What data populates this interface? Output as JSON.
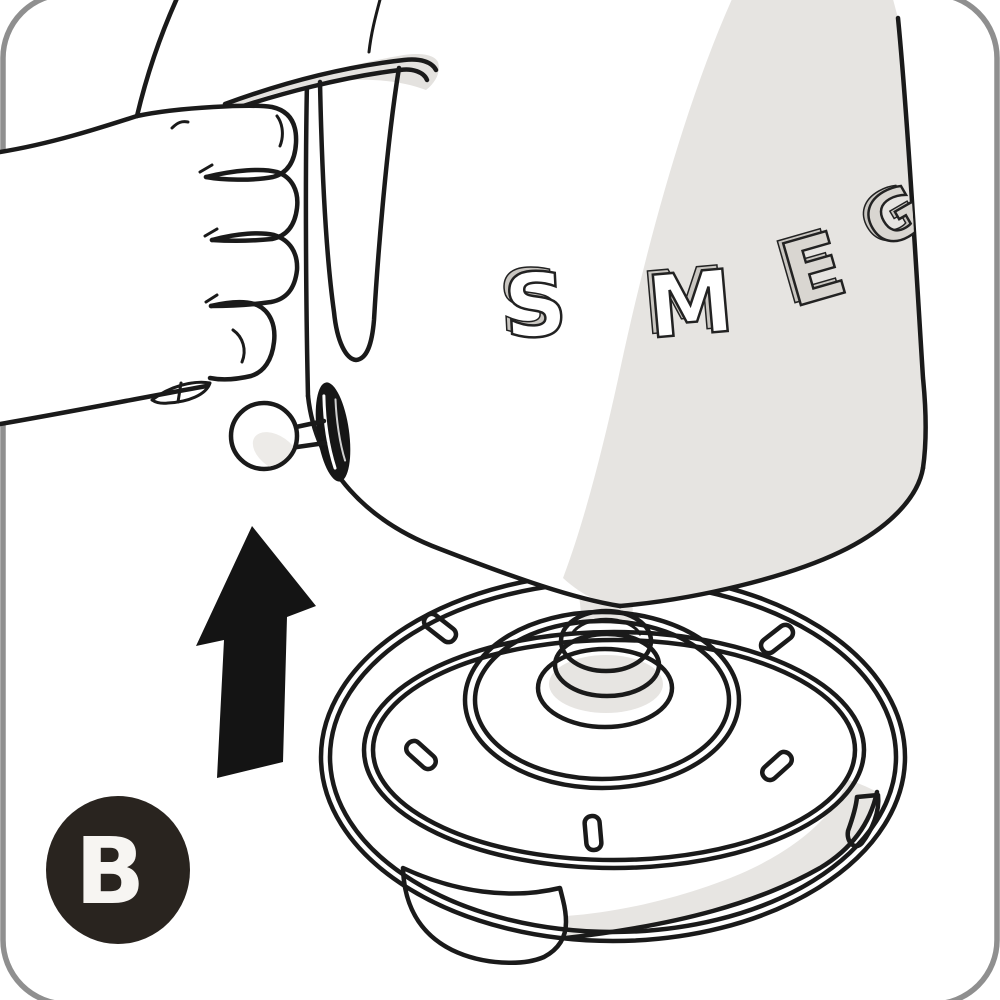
{
  "figure": {
    "type": "appliance-manual-step-illustration",
    "step": {
      "label": "B"
    },
    "brand": {
      "name": "SMEG",
      "letters": [
        "S",
        "M",
        "E",
        "G"
      ]
    },
    "action": {
      "icon": "up-arrow",
      "direction": "up"
    },
    "palette": {
      "line": "#1a1a1a",
      "body_shade": "#e6e4e1",
      "band_shade": "#e4e2df",
      "base_shade": "#e7e5e2",
      "badge_bg": "#29241f",
      "badge_text": "#f7f5f2",
      "frame": "#8f8f8f",
      "arrow_fill": "#141414",
      "letter_light": "#ffffff",
      "letter_shaded": "#d9d6d1"
    }
  }
}
